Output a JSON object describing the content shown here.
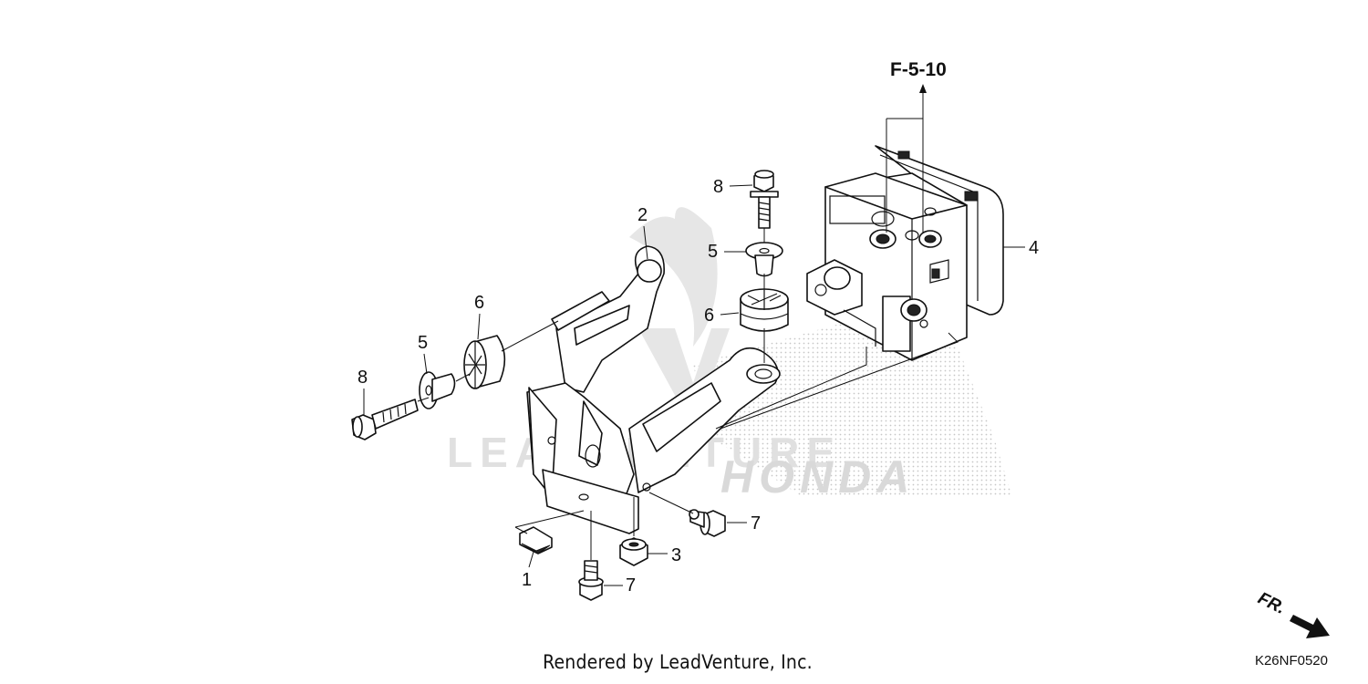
{
  "diagram": {
    "callouts": {
      "c1": "1",
      "c2": "2",
      "c3": "3",
      "c4": "4",
      "c5_left": "5",
      "c5_top": "5",
      "c6_left": "6",
      "c6_top": "6",
      "c7_bottom": "7",
      "c7_right": "7",
      "c8_left": "8",
      "c8_top": "8"
    },
    "reference": "F-5-10",
    "direction_label": "FR.",
    "watermark": {
      "text": "LEADVENTURE",
      "brand": "HONDA"
    },
    "footer": "Rendered by LeadVenture, Inc.",
    "diagram_code": "K26NF0520"
  },
  "colors": {
    "ink": "#111111",
    "watermark": "#d8d8d8",
    "dots": "#c4c4c4"
  }
}
